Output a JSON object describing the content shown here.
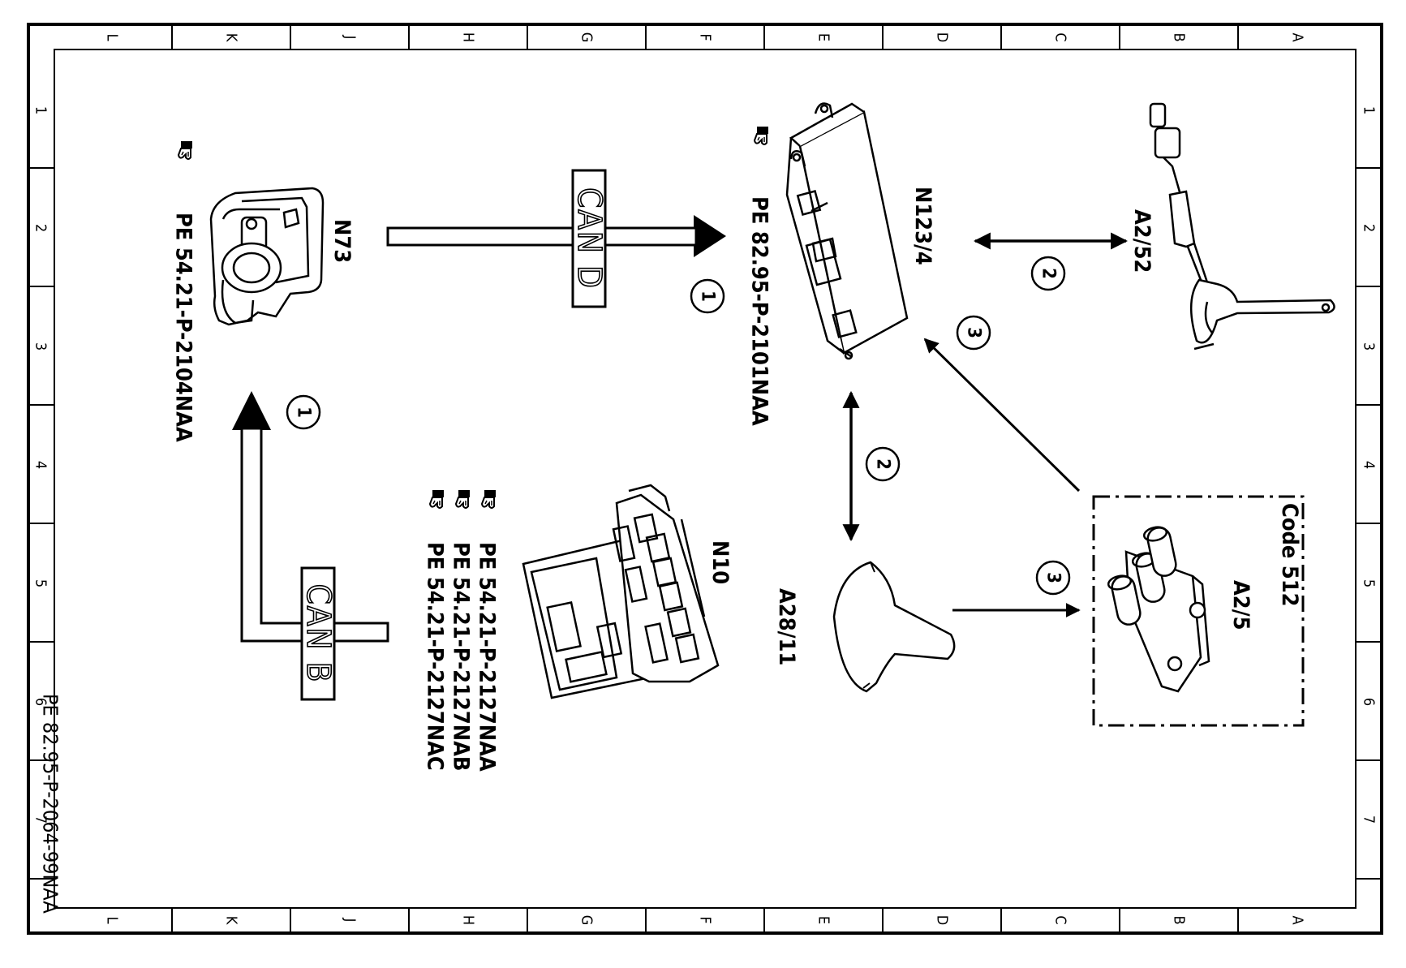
{
  "grid": {
    "columns": [
      "L",
      "K",
      "J",
      "H",
      "G",
      "F",
      "E",
      "D",
      "C",
      "B",
      "A"
    ],
    "rows": [
      "1",
      "2",
      "3",
      "4",
      "5",
      "6",
      "7"
    ]
  },
  "drawing_number": "PE 82.95-P-2064-99NAA",
  "components": {
    "n73": {
      "id": "N73",
      "ref": "PE 54.21-P-2104NAA"
    },
    "n123_4": {
      "id": "N123/4",
      "ref": "PE 82.95-P-2101NAA"
    },
    "a2_52": {
      "id": "A2/52"
    },
    "n10": {
      "id": "N10",
      "refs": [
        "PE 54.21-P-2127NAA",
        "PE 54.21-P-2127NAB",
        "PE 54.21-P-2127NAC"
      ]
    },
    "a28_11": {
      "id": "A28/11"
    },
    "a2_5": {
      "id": "A2/5",
      "code": "Code 512"
    }
  },
  "buses": {
    "can_d": "CAN D",
    "can_b": "CAN B"
  },
  "connections": {
    "one": "1",
    "two": "2",
    "three": "3"
  }
}
